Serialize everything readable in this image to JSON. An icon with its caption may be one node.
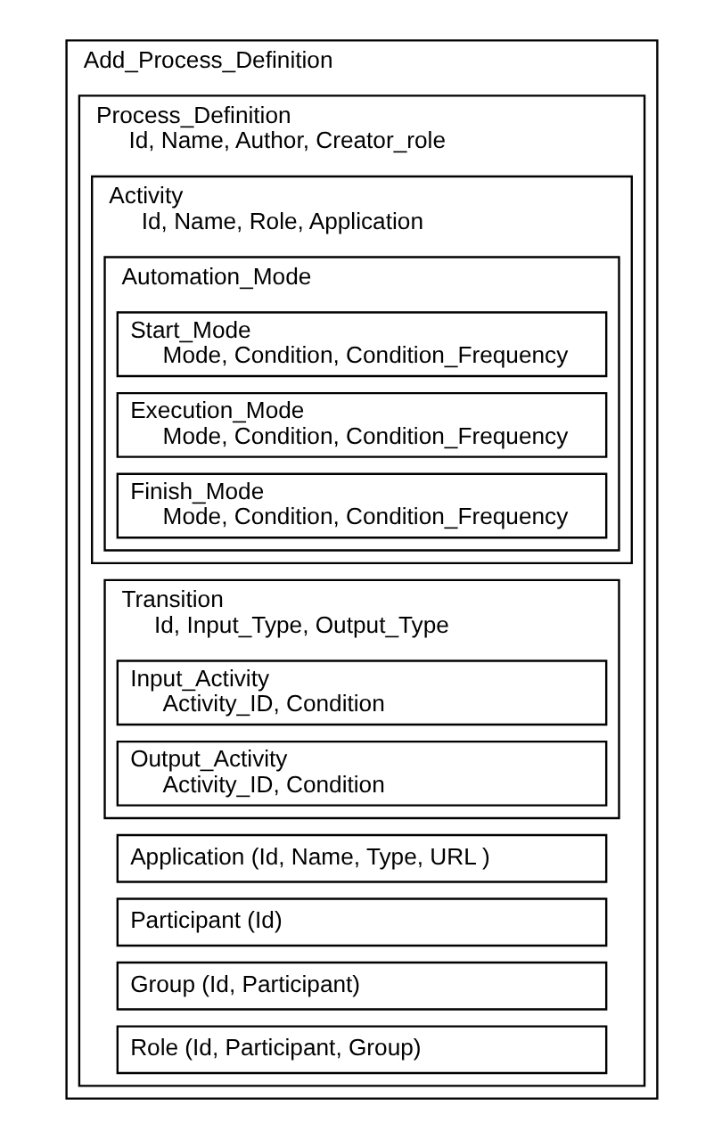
{
  "diagram": {
    "nodes": [
      {
        "text": [
          "Add_Process_Definition"
        ]
      },
      {
        "text": [
          "Process_Definition",
          "Id, Name, Author, Creator_role"
        ],
        "in": 0
      },
      {
        "text": [
          "Activity",
          "Id, Name, Role, Application"
        ],
        "in": 1
      },
      {
        "text": [
          "Automation_Mode"
        ],
        "in": 2
      },
      {
        "text": [
          "Start_Mode",
          "Mode, Condition, Condition_Frequency"
        ],
        "in": 3
      },
      {
        "text": [
          "Execution_Mode",
          "Mode, Condition, Condition_Frequency"
        ],
        "in": 3
      },
      {
        "text": [
          "Finish_Mode",
          "Mode, Condition, Condition_Frequency"
        ],
        "in": 3
      },
      {
        "text": [
          "Transition",
          "Id, Input_Type, Output_Type"
        ],
        "in": 1
      },
      {
        "text": [
          "Input_Activity",
          "Activity_ID, Condition"
        ],
        "in": 7
      },
      {
        "text": [
          "Output_Activity",
          "Activity_ID, Condition"
        ],
        "in": 7
      },
      {
        "text": [
          "Application (Id, Name, Type, URL )"
        ],
        "in": 1
      },
      {
        "text": [
          "Participant (Id)"
        ],
        "in": 1
      },
      {
        "text": [
          "Group (Id, Participant)"
        ],
        "in": 1
      },
      {
        "text": [
          "Role (Id, Participant, Group)"
        ],
        "in": 1
      }
    ],
    "edges": []
  }
}
